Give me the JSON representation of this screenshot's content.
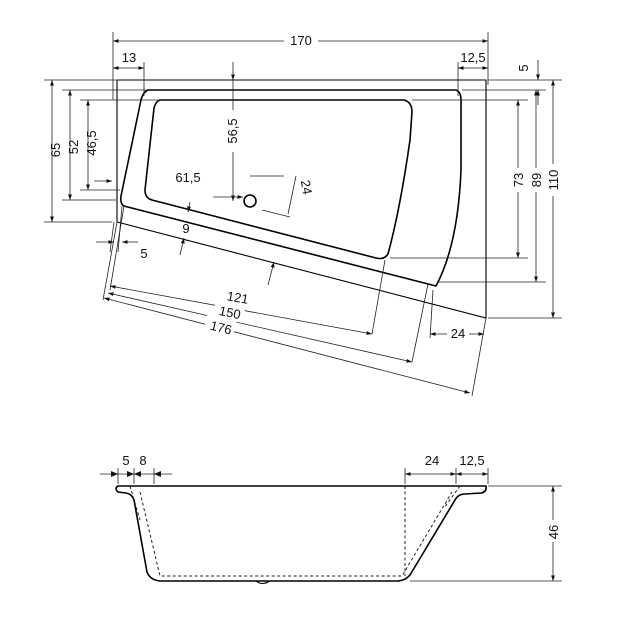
{
  "top_view": {
    "width_total": "170",
    "left_rim": "13",
    "right_rim": "12,5",
    "rim_edge": "5",
    "height_left_outer": "65",
    "height_left_mid": "52",
    "height_left_inner": "46,5",
    "height_right_inner": "73",
    "height_right_mid": "89",
    "height_right_outer": "110",
    "drain_y": "56,5",
    "drain_x": "61,5",
    "drain_diag": "24",
    "front_rim": "9",
    "front_edge": "5",
    "length_inner": "121",
    "length_mid": "150",
    "length_outer": "176",
    "corner_rim": "24"
  },
  "side_view": {
    "left_edge": "5",
    "left_rim": "8",
    "right_inner": "24",
    "right_rim": "12,5",
    "depth": "46"
  }
}
